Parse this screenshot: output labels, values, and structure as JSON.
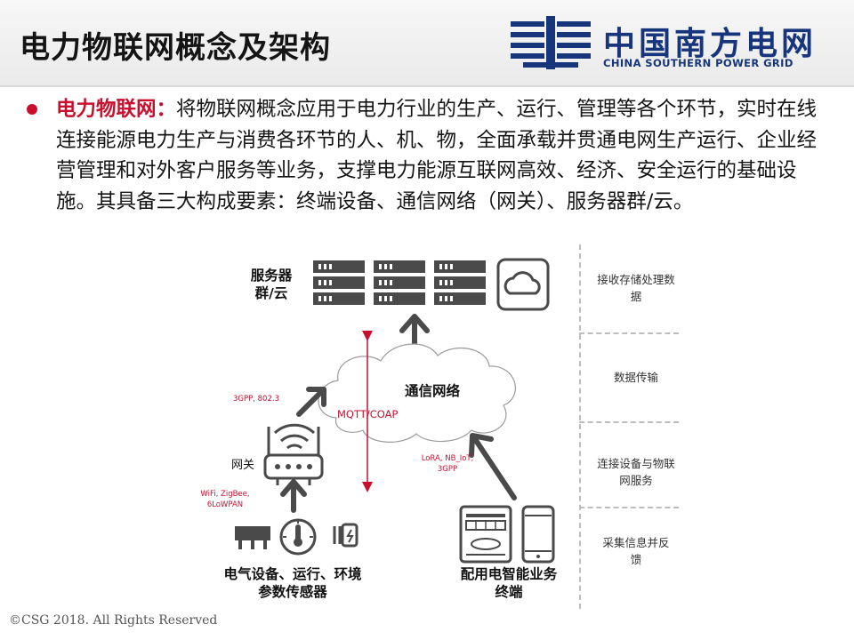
{
  "title": "电力物联网概念及架构",
  "logo": {
    "cn_name": "中国南方电网",
    "en_name": "CHINA SOUTHERN POWER GRID",
    "color": "#17357a"
  },
  "bullet": {
    "term": "电力物联网：",
    "text": "将物联网概念应用于电力行业的生产、运行、管理等各个环节，实时在线连接能源电力生产与消费各环节的人、机、物，全面承载并贯通电网生产运行、企业经营管理和对外客户服务等业务，支撑电力能源互联网高效、经济、安全运行的基础设施。其具备三大构成要素：终端设备、通信网络（网关）、服务器群/云。",
    "accent_color": "#c8102e"
  },
  "diagram": {
    "server_label": "服务器\n群/云",
    "network_label": "通信网络",
    "gateway_label": "网关",
    "sensor_label": "电气设备、运行、环境\n参数传感器",
    "terminal_label": "配用电智能业务\n终端",
    "protocols": {
      "gateway_to_cloud": "3GPP, 802.3",
      "mqtt": "MQTT/COAP",
      "terminal_to_network": "LoRA, NB_IoT,\n3GPP",
      "sensor_to_gateway": "WiFi, ZigBee,\n6LoWPAN"
    },
    "icons": [
      "server-rack-icon",
      "cloud-icon",
      "wifi-router-icon",
      "sensor-device-icon",
      "thermometer-icon",
      "plug-icon",
      "meter-icon",
      "phone-icon"
    ]
  },
  "layers": [
    "接收存储处理数\n据",
    "数据传输",
    "连接设备与物联\n网服务",
    "采集信息并反\n馈"
  ],
  "footer": "©CSG 2018. All  Rights  Reserved"
}
